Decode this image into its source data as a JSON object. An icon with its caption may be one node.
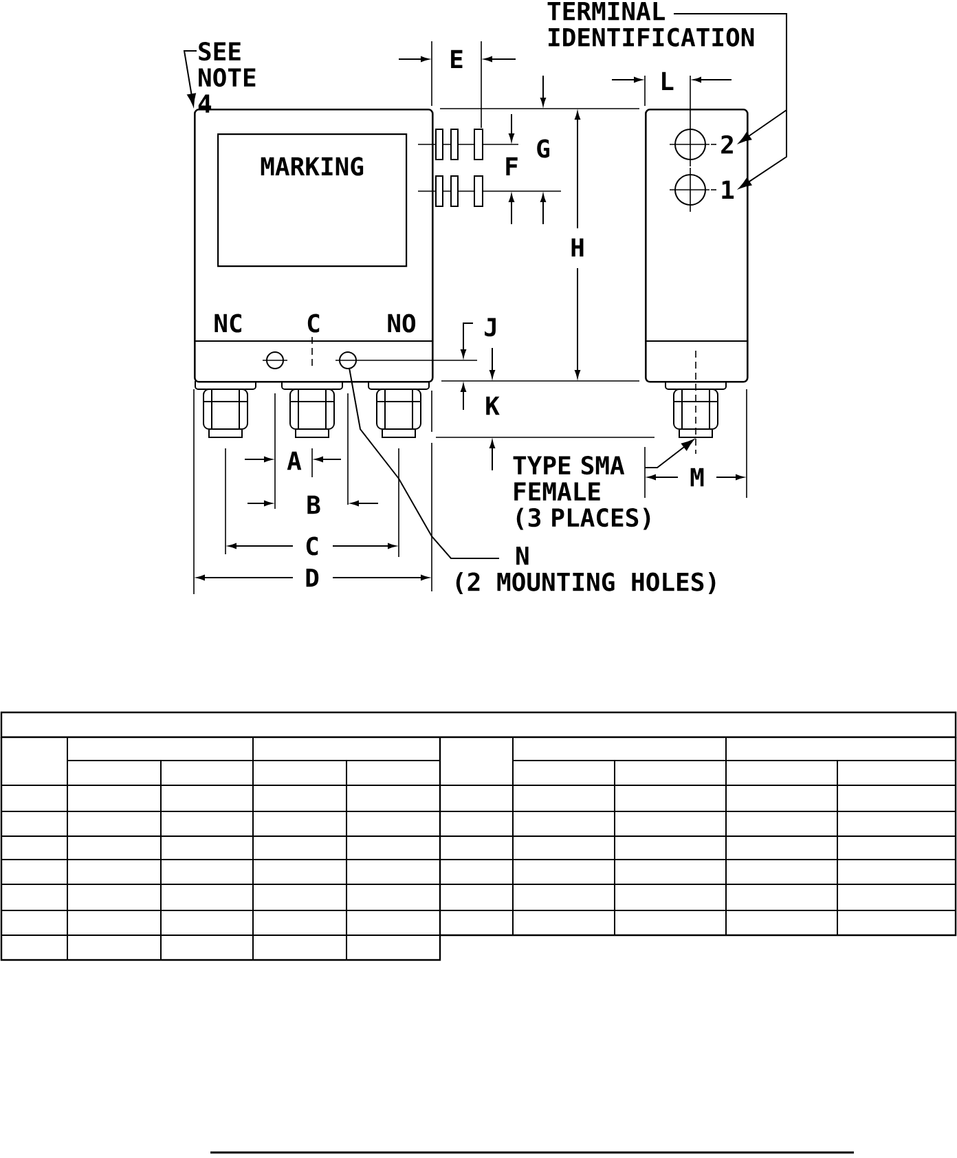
{
  "diagram": {
    "nodes": [
      {
        "text": [
          "SEE NOTE 4"
        ]
      },
      {
        "text": [],
        "shape": "box"
      },
      {
        "text": [
          "MARKING"
        ],
        "in": 1
      },
      {
        "text": [],
        "shape": "circle",
        "in": 1
      },
      {
        "text": [],
        "shape": "circle",
        "in": 1
      },
      {
        "text": [
          "TERMINAL IDENTIFICATION"
        ]
      },
      {
        "text": [],
        "shape": "box"
      },
      {
        "text": [
          "2"
        ],
        "in": 6
      },
      {
        "text": [
          "1"
        ],
        "in": 6
      },
      {
        "text": [],
        "shape": "picture"
      },
      {
        "text": [],
        "shape": "picture"
      },
      {
        "text": [],
        "shape": "picture"
      },
      {
        "text": [],
        "shape": "picture"
      },
      {
        "text": [
          "TYPE SMA FEMALE",
          "(3 PLACES)"
        ]
      },
      {
        "text": [
          "N",
          "(2 MOUNTING HOLES)"
        ]
      }
    ],
    "edges": [
      {
        "from": 0,
        "to": 1,
        "arrow": "to"
      },
      {
        "from": 5,
        "to": 7,
        "arrow": "to"
      },
      {
        "from": 5,
        "to": 8,
        "arrow": "to"
      },
      {
        "from": 13,
        "to": 12,
        "arrow": "to"
      },
      {
        "from": 14,
        "to": 4,
        "arrow": "none"
      }
    ],
    "labels": [
      "E",
      "L",
      "G",
      "F",
      "H",
      "NC",
      "C",
      "NO",
      "J",
      "K",
      "A",
      "M",
      "B",
      "C",
      "D"
    ]
  }
}
